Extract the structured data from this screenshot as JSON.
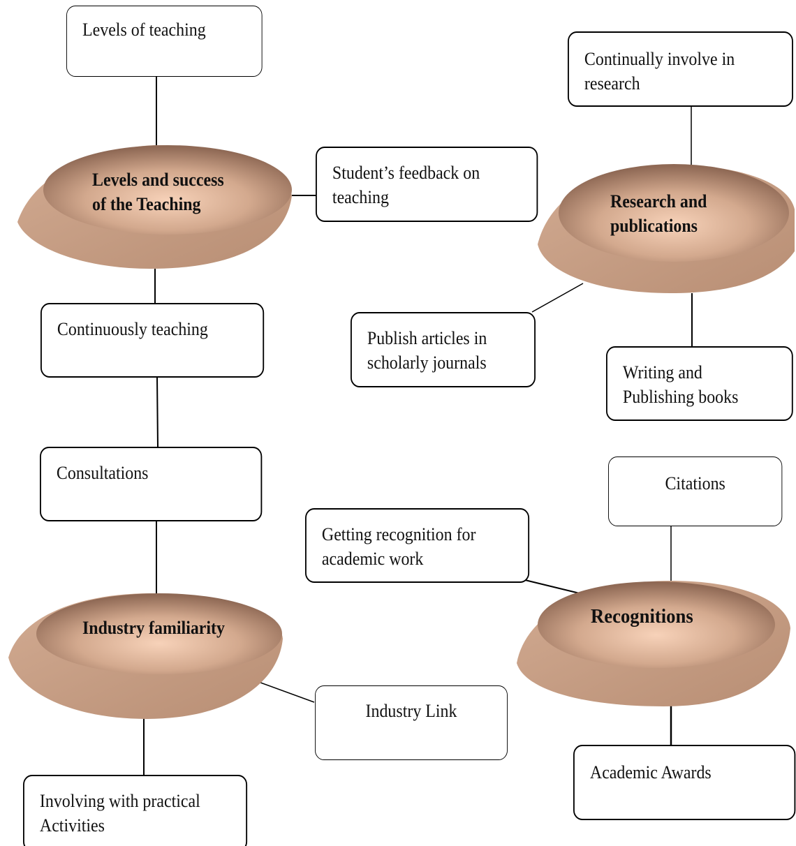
{
  "hubs": {
    "teaching": "Levels and success\nof the Teaching",
    "research": "Research and\npublications",
    "industry": "Industry familiarity",
    "recognitions": "Recognitions"
  },
  "boxes": {
    "levels_of_teaching": "Levels of teaching",
    "student_feedback": "Student’s feedback on teaching",
    "continuously_teaching": "Continuously teaching",
    "consultations": "Consultations",
    "continually_research": "Continually involve in research",
    "publish_articles": "Publish articles in scholarly journals",
    "writing_books": "Writing and Publishing books",
    "citations": "Citations",
    "getting_recognition": "Getting recognition for academic work",
    "industry_link": "Industry Link",
    "academic_awards": "Academic Awards",
    "practical_activities": "Involving with practical Activities"
  },
  "colors": {
    "hub_light": "#f5ccb2",
    "hub_mid": "#c49a80",
    "hub_dark": "#8a6450",
    "hub_rim": "#d9b49a"
  }
}
